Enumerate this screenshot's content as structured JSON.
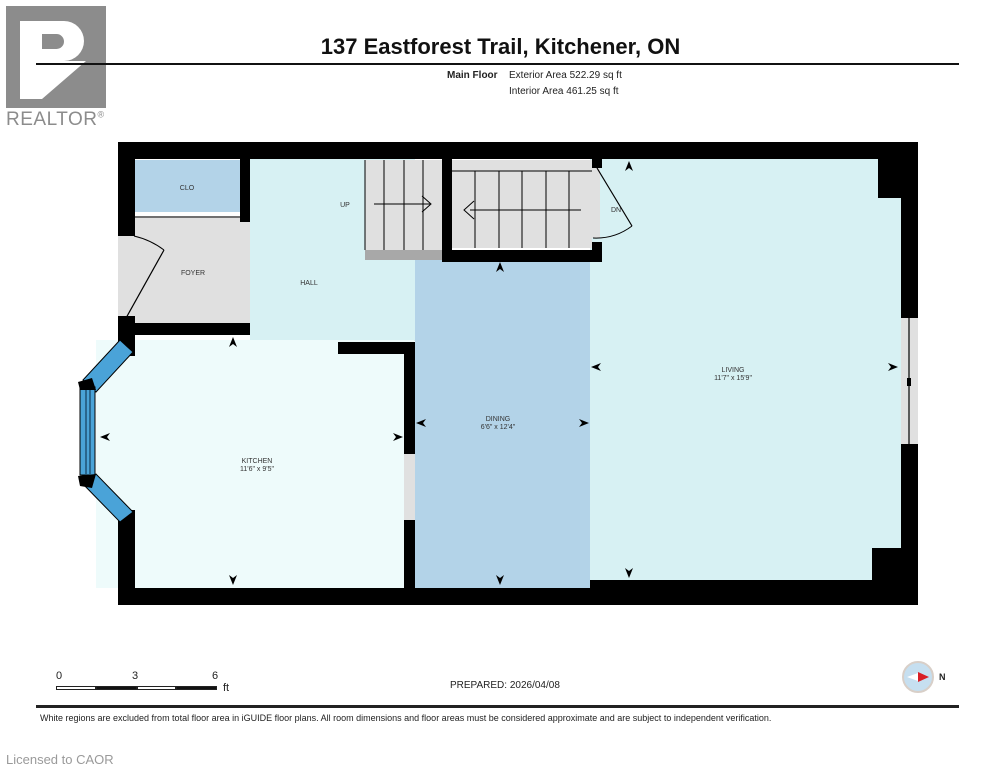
{
  "logo": {
    "brand": "REALTOR",
    "mark": "®"
  },
  "header": {
    "title": "137 Eastforest Trail, Kitchener, ON",
    "floor_label": "Main Floor",
    "exterior_area": "Exterior Area 522.29 sq ft",
    "interior_area": "Interior Area 461.25 sq ft"
  },
  "colors": {
    "wall": "#000000",
    "room_light": "#d7f1f3",
    "room_kitchen": "#eefbfb",
    "room_dining": "#b3d3e8",
    "room_closet": "#b3d3e8",
    "room_foyer": "#e0e0e0",
    "stairs": "#e0e0e0",
    "window": "#4aa3d8",
    "compass_fill": "#c6dff0",
    "compass_arrow": "#d91f26"
  },
  "rooms": [
    {
      "id": "closet",
      "label": "CLO",
      "dims": ""
    },
    {
      "id": "foyer",
      "label": "FOYER",
      "dims": ""
    },
    {
      "id": "hall",
      "label": "HALL",
      "dims": ""
    },
    {
      "id": "kitchen",
      "label": "KITCHEN",
      "dims": "11'6\" x 9'5\""
    },
    {
      "id": "dining",
      "label": "DINING",
      "dims": "6'6\" x 12'4\""
    },
    {
      "id": "living",
      "label": "LIVING",
      "dims": "11'7\" x 15'9\""
    }
  ],
  "stairs": {
    "up_label": "UP",
    "down_label": "DN"
  },
  "scale_bar": {
    "ticks": [
      "0",
      "3",
      "6"
    ],
    "unit": "ft"
  },
  "prepared": "PREPARED: 2026/04/08",
  "compass": {
    "label": "N"
  },
  "disclaimer": "White regions are excluded from total floor area in iGUIDE floor plans. All room dimensions and floor areas must be considered approximate and are subject to independent verification.",
  "watermark": "Licensed to CAOR"
}
